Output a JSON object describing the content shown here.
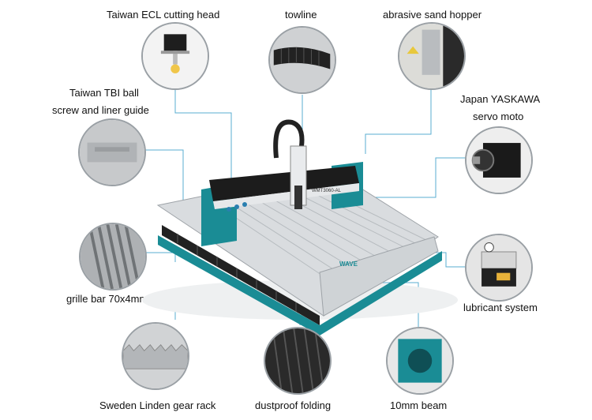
{
  "labels": {
    "cutting_head": "Taiwan ECL cutting head",
    "towline": "towline",
    "sand_hopper": "abrasive sand hopper",
    "ball_screw_line1": "Taiwan TBI ball",
    "ball_screw_line2": "screw and liner guide",
    "servo_line1": "Japan YASKAWA",
    "servo_line2": "servo moto",
    "grille_bar": "grille bar 70x4mm",
    "lubricant": "lubricant system",
    "gear_rack": "Sweden Linden gear rack",
    "dustproof": "dustproof folding",
    "beam": "10mm beam"
  },
  "machine": {
    "model_plate": "WMT3060-AL",
    "brand_plate": "WAVE"
  },
  "colors": {
    "teal": "#1a8c95",
    "leader_line": "#5aaed0",
    "circle_border": "#9aa0a5"
  }
}
